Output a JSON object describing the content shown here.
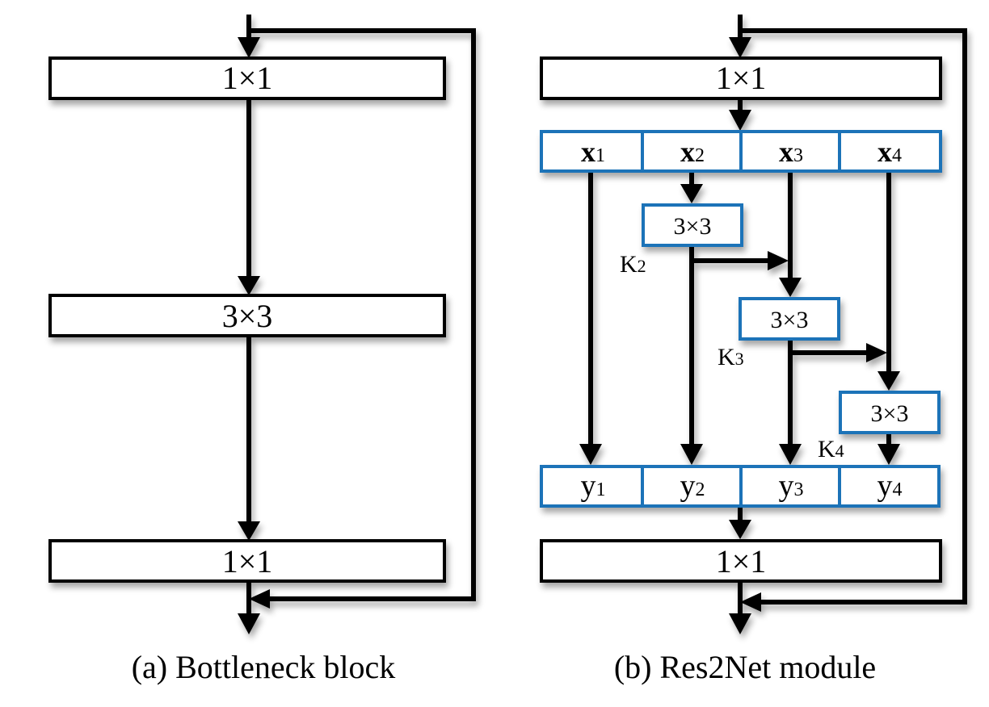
{
  "colors": {
    "stroke": "#000000",
    "split_box": "#1a73b8",
    "background": "#ffffff"
  },
  "panel_a": {
    "caption": "(a) Bottleneck block",
    "conv_top": "1×1",
    "conv_mid": "3×3",
    "conv_bottom": "1×1"
  },
  "panel_b": {
    "caption": "(b) Res2Net module",
    "conv_top": "1×1",
    "conv_bottom": "1×1",
    "splits_x": [
      {
        "base": "x",
        "sub": "1"
      },
      {
        "base": "x",
        "sub": "2"
      },
      {
        "base": "x",
        "sub": "3"
      },
      {
        "base": "x",
        "sub": "4"
      }
    ],
    "splits_y": [
      {
        "base": "y",
        "sub": "1"
      },
      {
        "base": "y",
        "sub": "2"
      },
      {
        "base": "y",
        "sub": "3"
      },
      {
        "base": "y",
        "sub": "4"
      }
    ],
    "branch_convs": [
      {
        "label": "3×3",
        "k_base": "K",
        "k_sub": "2"
      },
      {
        "label": "3×3",
        "k_base": "K",
        "k_sub": "3"
      },
      {
        "label": "3×3",
        "k_base": "K",
        "k_sub": "4"
      }
    ]
  }
}
